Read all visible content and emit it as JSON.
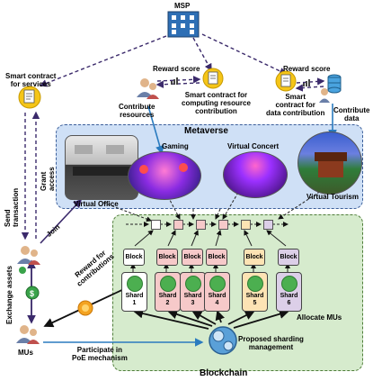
{
  "labels": {
    "msp": "MSP",
    "smart_contract_services": "Smart contract\nfor services",
    "reward_score_1": "Reward score",
    "reward_score_2": "Reward score",
    "contribute_resources": "Contribute\nresources",
    "sc_computing": "Smart contract for\ncomputing resource\ncontribution",
    "sc_data": "Smart\ncontract for\ndata contribution",
    "contribute_data": "Contribute\ndata",
    "metaverse": "Metaverse",
    "gaming": "Gaming",
    "virtual_concert": "Virtual Concert",
    "virtual_office": "Virtual Office",
    "virtual_tourism": "Virtual Tourism",
    "grant_access": "Grant\naccess",
    "send_transaction": "Send\ntransaction",
    "join": "Join",
    "exchange_assets": "Exchange assets",
    "reward_contributions": "Reward for\ncontributions",
    "mus": "MUs",
    "participate_poe": "Participate in\nPoE mechanism",
    "proposed_sharding": "Proposed sharding\nmanagement",
    "allocate_mus": "Allocate MUs",
    "blockchain": "Blockchain"
  },
  "blocks": [
    "Block",
    "Block",
    "Block",
    "Block",
    "Block",
    "Block"
  ],
  "shards": [
    {
      "label": "Shard",
      "num": "1",
      "color": "#ffffff"
    },
    {
      "label": "Shard",
      "num": "2",
      "color": "#f6c9c9"
    },
    {
      "label": "Shard",
      "num": "3",
      "color": "#f6c9c9"
    },
    {
      "label": "Shard",
      "num": "4",
      "color": "#f6c9c9"
    },
    {
      "label": "Shard",
      "num": "5",
      "color": "#fde3b4"
    },
    {
      "label": "Shard",
      "num": "6",
      "color": "#dccfe8"
    }
  ],
  "colors": {
    "metaverse_bg": "#cfe0f6",
    "blockchain_bg": "#d6ebcd",
    "arrow_dark": "#3b2a6b",
    "arrow_blue": "#2a7bbf"
  },
  "icons": [
    "building-icon",
    "smart-contract-icon",
    "users-icon",
    "server-icon",
    "coin-icon",
    "gear-icon"
  ]
}
